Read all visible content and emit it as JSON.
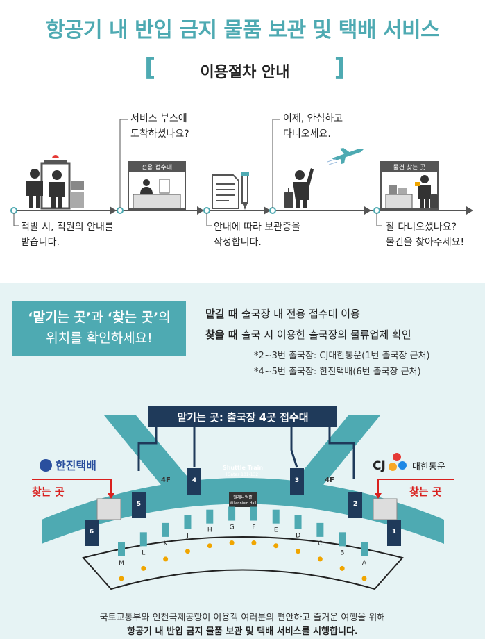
{
  "header": {
    "title": "항공기 내 반입 금지 물품 보관 및 택배 서비스",
    "subtitle": "이용절차 안내"
  },
  "steps": {
    "s1": [
      "적발 시, 직원의 안내를",
      "받습니다."
    ],
    "s2": [
      "서비스 부스에",
      "도착하셨나요?"
    ],
    "s3": [
      "안내에 따라 보관증을",
      "작성합니다."
    ],
    "s4": [
      "이제, 안심하고",
      "다녀오세요."
    ],
    "s5": [
      "잘 다녀오셨나요?",
      "물건을 찾아주세요!"
    ],
    "booth1_label": "전용 접수대",
    "booth2_label": "물건 찾는 곳"
  },
  "location": {
    "box_line1_a": "‘맡기는 곳’",
    "box_line1_b": "과 ",
    "box_line1_c": "‘찾는 곳’",
    "box_line1_d": "의",
    "box_line2": "위치를 확인하세요!",
    "drop_label": "맡길 때",
    "drop_text": "출국장 내 전용 접수대 이용",
    "pick_label": "찾을 때",
    "pick_text": "출국 시 이용한 출국장의 물류업체 확인",
    "note1": "*2~3번 출국장: CJ대한통운(1번 출국장 근처)",
    "note2": "*4~5번 출국장: 한진택배(6번 출국장 근처)"
  },
  "map": {
    "banner": "맡기는 곳: 출국장 4곳 접수대",
    "hanjin": "한진택배",
    "cj_text": "대한통운",
    "cj_mark": "CJ",
    "find_left": "찾는 곳",
    "find_right": "찾는 곳",
    "shuttle1": "Shuttle Train",
    "shuttle2": "(Gates 101-132)",
    "hall1": "밀레니엄홀",
    "hall2": "Millennium Hall",
    "floor_left": "4F",
    "floor_right": "4F",
    "gates": [
      "1",
      "2",
      "3",
      "4",
      "5",
      "6"
    ],
    "counters": [
      "M",
      "L",
      "K",
      "J",
      "H",
      "G",
      "F",
      "E",
      "D",
      "C",
      "B",
      "A"
    ]
  },
  "footer": {
    "line1": "국토교통부와 인천국제공항이 이용객 여러분의 편안하고 즐거운 여행을 위해",
    "line2": "항공기 내 반입 금지 물품 보관 및 택배 서비스를 시행합니다."
  },
  "colors": {
    "teal": "#4eaab2",
    "navy": "#1f3a5a",
    "red": "#d9201e",
    "orange": "#f0a500"
  }
}
